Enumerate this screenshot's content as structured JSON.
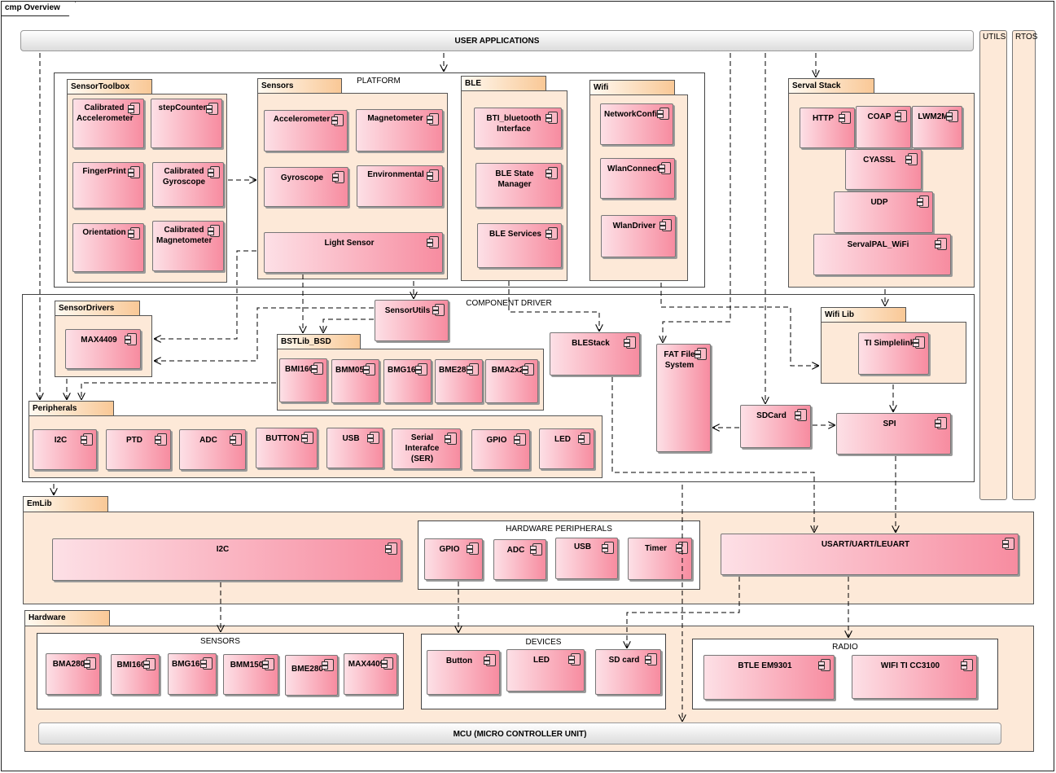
{
  "diagram_title": "cmp Overview",
  "user_applications": "USER APPLICATIONS",
  "utils": "UTILS",
  "rtos": "RTOS",
  "platform": {
    "label": "PLATFORM",
    "sensor_toolbox": {
      "title": "SensorToolbox",
      "items": [
        "Calibrated\nAccelerometer",
        "stepCounter",
        "FingerPrint",
        "Calibrated\nGyroscope",
        "Orientation",
        "Calibrated\nMagnetometer"
      ]
    },
    "sensors": {
      "title": "Sensors",
      "items": [
        "Accelerometer",
        "Magnetometer",
        "Gyroscope",
        "Environmental",
        "Light Sensor"
      ]
    },
    "ble": {
      "title": "BLE",
      "items": [
        "BTI_bluetooth\nInterface",
        "BLE State\nManager",
        "BLE Services"
      ]
    },
    "wifi": {
      "title": "Wifi",
      "items": [
        "NetworkConfig",
        "WlanConnect",
        "WlanDriver"
      ]
    }
  },
  "serval_stack": {
    "title": "Serval Stack",
    "items": [
      "HTTP",
      "COAP",
      "LWM2M",
      "CYASSL",
      "UDP",
      "ServalPAL_WiFi"
    ]
  },
  "component_driver": {
    "label": "COMPONENT DRIVER",
    "sensor_drivers": {
      "title": "SensorDrivers",
      "items": [
        "MAX4409"
      ]
    },
    "sensor_utils": "SensorUtils",
    "bstlib": {
      "title": "BSTLib_BSD",
      "items": [
        "BMI160",
        "BMM050",
        "BMG160",
        "BME280",
        "BMA2x2"
      ]
    },
    "blestack": "BLEStack",
    "fat_fs": "FAT File\nSystem",
    "sdcard": "SDCard",
    "spi": "SPI",
    "wifi_lib": {
      "title": "Wifi Lib",
      "items": [
        "TI Simplelink"
      ]
    },
    "peripherals": {
      "title": "Peripherals",
      "items": [
        "I2C",
        "PTD",
        "ADC",
        "BUTTON",
        "USB",
        "Serial\nInterafce\n(SER)",
        "GPIO",
        "LED"
      ]
    }
  },
  "emlib": {
    "title": "EmLib",
    "i2c": "I2C",
    "hw_peripherals": {
      "label": "HARDWARE PERIPHERALS",
      "items": [
        "GPIO",
        "ADC",
        "USB",
        "Timer"
      ]
    },
    "usart": "USART/UART/LEUART"
  },
  "hardware": {
    "title": "Hardware",
    "sensors": {
      "label": "SENSORS",
      "items": [
        "BMA280",
        "BMI160",
        "BMG160",
        "BMM150",
        "BME280",
        "MAX4409"
      ]
    },
    "devices": {
      "label": "DEVICES",
      "items": [
        "Button",
        "LED",
        "SD card"
      ]
    },
    "radio": {
      "label": "RADIO",
      "items": [
        "BTLE EM9301",
        "WIFI TI CC3100"
      ]
    },
    "mcu": "MCU (MICRO CONTROLLER UNIT)"
  }
}
